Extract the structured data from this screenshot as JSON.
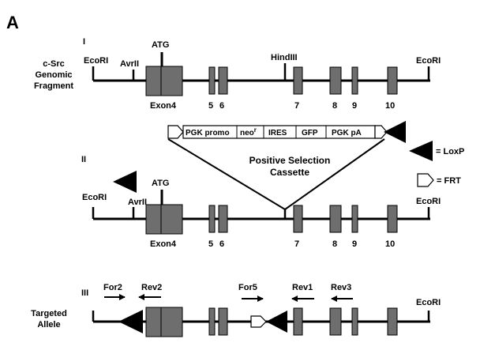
{
  "panel_label": "A",
  "section_I": {
    "numeral": "I",
    "side_label": [
      "c-Src",
      "Genomic",
      "Fragment"
    ],
    "sites": {
      "ecori_left": "EcoRI",
      "avrii": "AvrII",
      "atg": "ATG",
      "hindiii": "HindIII",
      "ecori_right": "EcoRI"
    },
    "exon_labels": [
      "Exon4",
      "5",
      "6",
      "7",
      "8",
      "9",
      "10"
    ]
  },
  "cassette": {
    "segments": [
      "PGK promo",
      "neo",
      "IRES",
      "GFP",
      "PGK pA"
    ],
    "neo_superscript": "r",
    "caption": [
      "Positive Selection",
      "Cassette"
    ]
  },
  "legend": {
    "loxp": "= LoxP",
    "frt": "= FRT"
  },
  "section_II": {
    "numeral": "II",
    "sites": {
      "ecori_left": "EcoRI",
      "avrii": "AvrII",
      "atg": "ATG",
      "ecori_right": "EcoRI"
    },
    "exon_labels": [
      "Exon4",
      "5",
      "6",
      "7",
      "8",
      "9",
      "10"
    ]
  },
  "section_III": {
    "numeral": "III",
    "side_label": [
      "Targeted",
      "Allele"
    ],
    "primers": [
      "For2",
      "Rev2",
      "For5",
      "Rev1",
      "Rev3"
    ],
    "sites": {
      "ecori_right": "EcoRI"
    }
  },
  "colors": {
    "exon_fill": "#6e6e6e",
    "line": "#000000",
    "loxp": "#000000",
    "frt_fill": "#ffffff"
  }
}
